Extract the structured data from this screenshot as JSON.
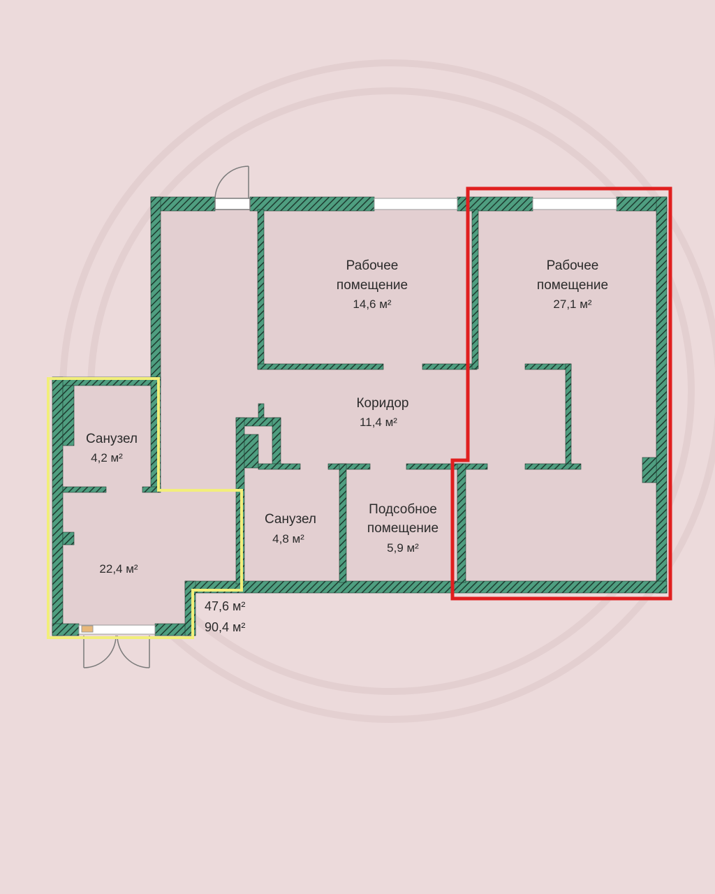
{
  "colors": {
    "background": "#ecdadb",
    "wall": "#4f9e80",
    "wall_hatch": "#1e3b30",
    "highlight_red": "#e01f1f",
    "highlight_yellow": "#f2ee7a",
    "window": "#ffffff"
  },
  "rooms": {
    "work_room_1": {
      "line1": "Рабочее",
      "line2": "помещение",
      "area": "14,6 м²"
    },
    "work_room_2": {
      "line1": "Рабочее",
      "line2": "помещение",
      "area": "27,1 м²"
    },
    "corridor": {
      "name": "Коридор",
      "area": "11,4 м²"
    },
    "bathroom_1": {
      "name": "Санузел",
      "area": "4,2 м²"
    },
    "bathroom_2": {
      "name": "Санузел",
      "area": "4,8 м²"
    },
    "utility_room": {
      "line1": "Подсобное",
      "line2": "помещение",
      "area": "5,9 м²"
    },
    "entry_room": {
      "area": "22,4 м²"
    }
  },
  "totals": {
    "highlighted_area": "47,6 м²",
    "total_area": "90,4 м²"
  }
}
